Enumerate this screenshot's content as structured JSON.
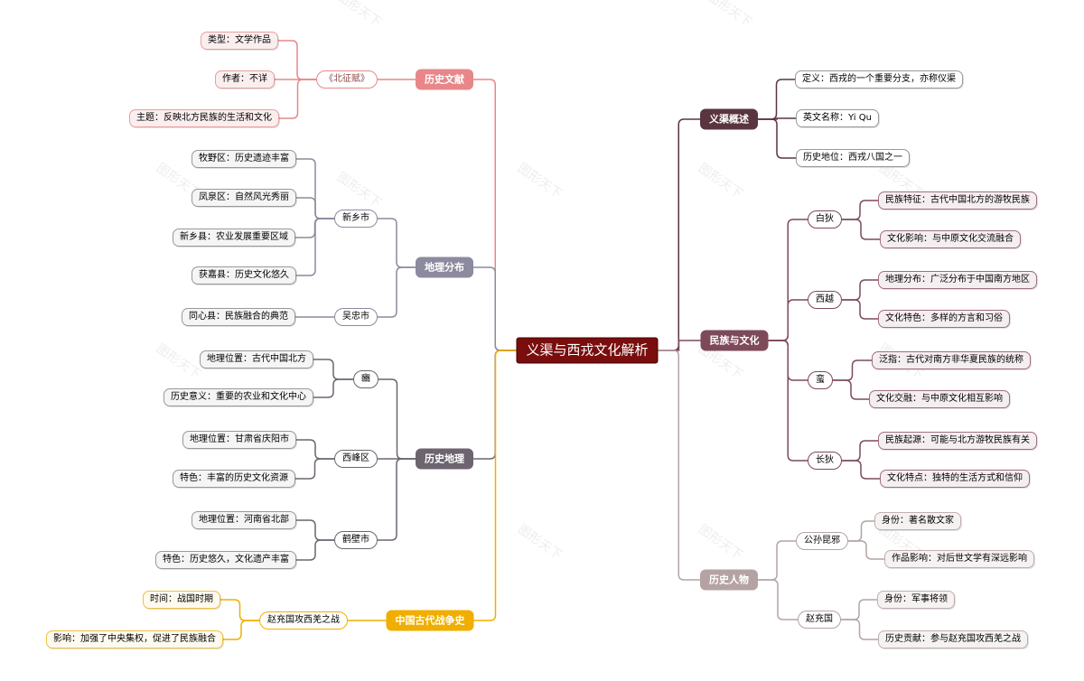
{
  "root": "义渠与西戎文化解析",
  "watermark": "图形天下",
  "left": {
    "lishi_wenxian": {
      "label": "历史文献",
      "color": "#e8878a",
      "sub": "《北征赋》",
      "leaves": [
        "类型：文学作品",
        "作者：不详",
        "主题：反映北方民族的生活和文化"
      ]
    },
    "dili_fenbu": {
      "label": "地理分布",
      "color": "#8c8a9e",
      "xinxiang": {
        "label": "新乡市",
        "leaves": [
          "牧野区：历史遗迹丰富",
          "凤泉区：自然风光秀丽",
          "新乡县：农业发展重要区域",
          "获嘉县：历史文化悠久"
        ]
      },
      "wuzhong": {
        "label": "吴忠市",
        "leaves": [
          "同心县：民族融合的典范"
        ]
      }
    },
    "lishi_dili": {
      "label": "历史地理",
      "color": "#6d6470",
      "bin": {
        "label": "豳",
        "leaves": [
          "地理位置：古代中国北方",
          "历史意义：重要的农业和文化中心"
        ]
      },
      "xifeng": {
        "label": "西峰区",
        "leaves": [
          "地理位置：甘肃省庆阳市",
          "特色：丰富的历史文化资源"
        ]
      },
      "hebi": {
        "label": "鹤壁市",
        "leaves": [
          "地理位置：河南省北部",
          "特色：历史悠久，文化遗产丰富"
        ]
      }
    },
    "zhanzheng": {
      "label": "中国古代战争史",
      "color": "#f0ae00",
      "sub": "赵充国攻西羌之战",
      "leaves": [
        "时间：战国时期",
        "影响：加强了中央集权，促进了民族融合"
      ]
    }
  },
  "right": {
    "gaishu": {
      "label": "义渠概述",
      "color": "#5a3540",
      "leaves": [
        "定义：西戎的一个重要分支，亦称仪渠",
        "英文名称：Yi Qu",
        "历史地位：西戎八国之一"
      ]
    },
    "minzu": {
      "label": "民族与文化",
      "color": "#7d4a5a",
      "baidi": {
        "label": "白狄",
        "leaves": [
          "民族特征：古代中国北方的游牧民族",
          "文化影响：与中原文化交流融合"
        ]
      },
      "xiyue": {
        "label": "西越",
        "leaves": [
          "地理分布：广泛分布于中国南方地区",
          "文化特色：多样的方言和习俗"
        ]
      },
      "man": {
        "label": "蛮",
        "leaves": [
          "泛指：古代对南方非华夏民族的统称",
          "文化交融：与中原文化相互影响"
        ]
      },
      "changdi": {
        "label": "长狄",
        "leaves": [
          "民族起源：可能与北方游牧民族有关",
          "文化特点：独特的生活方式和信仰"
        ]
      }
    },
    "renwu": {
      "label": "历史人物",
      "color": "#b5a3a3",
      "gongsun": {
        "label": "公孙昆邪",
        "leaves": [
          "身份：著名散文家",
          "作品影响：对后世文学有深远影响"
        ]
      },
      "zhao": {
        "label": "赵充国",
        "leaves": [
          "身份：军事将领",
          "历史贡献：参与赵充国攻西羌之战"
        ]
      }
    }
  }
}
